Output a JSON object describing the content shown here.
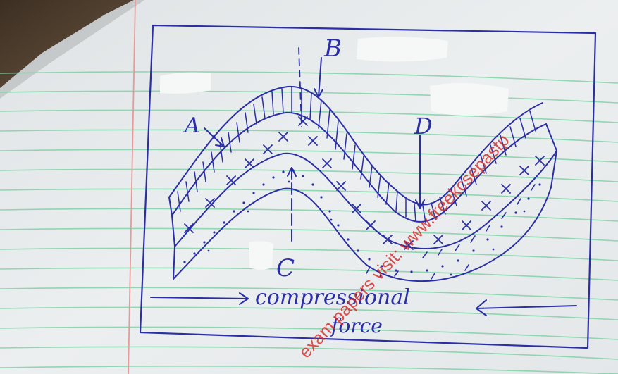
{
  "labels": {
    "a": "A",
    "b": "B",
    "c": "C",
    "d": "D",
    "force_line1": "compressional",
    "force_line2": "force"
  },
  "watermark": "exam papers visit: www.freekcsepastp",
  "colors": {
    "ink": "#2b2fa6",
    "paper": "#e9ecee",
    "ruled_lines": "#7fd3a6",
    "margin_line": "#e79a9a",
    "watermark": "#d62828",
    "desk": "#4a3b2b"
  }
}
